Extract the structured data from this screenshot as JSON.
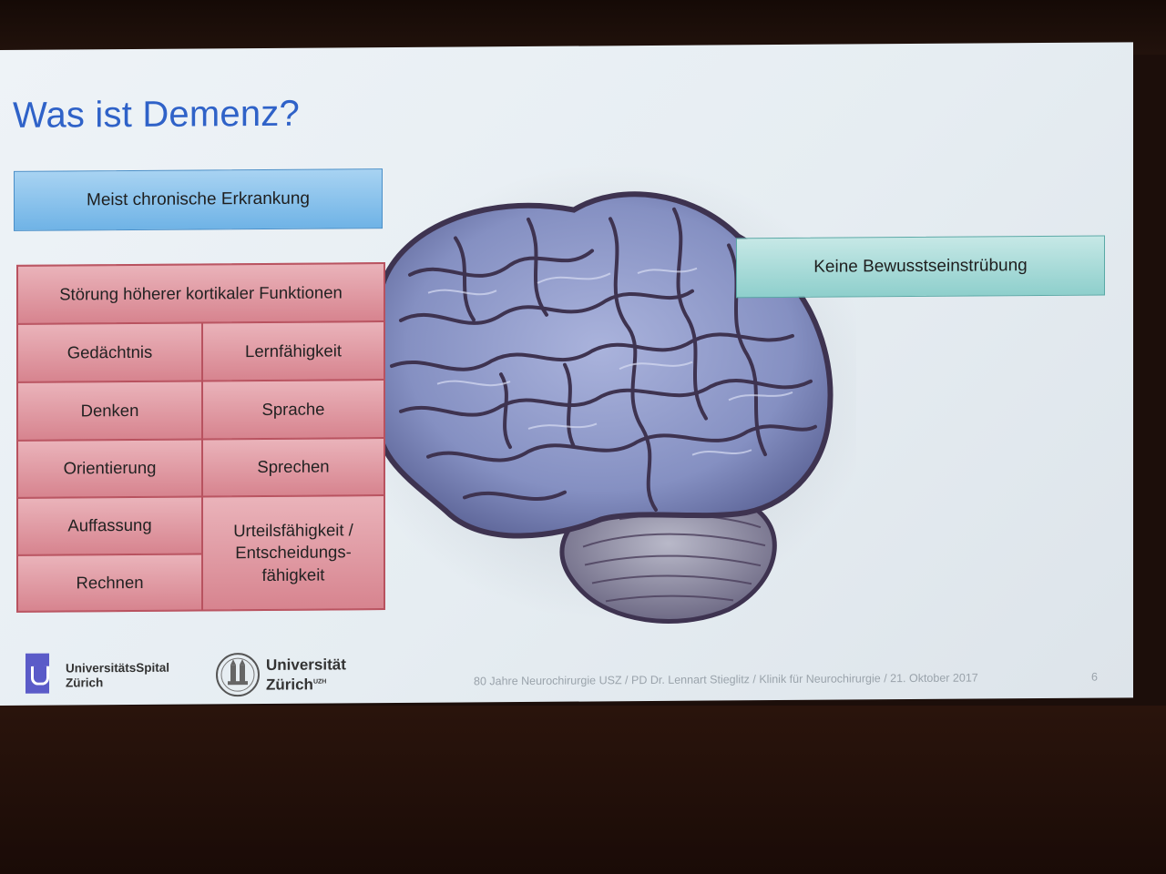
{
  "slide": {
    "title": "Was ist Demenz?",
    "box_chronic": "Meist chronische Erkrankung",
    "box_consciousness": "Keine Bewusstseinstrübung",
    "table": {
      "header": "Störung höherer kortikaler Funktionen",
      "left_column": [
        "Gedächtnis",
        "Denken",
        "Orientierung",
        "Auffassung",
        "Rechnen"
      ],
      "right_column": [
        "Lernfähigkeit",
        "Sprache",
        "Sprechen"
      ],
      "right_last": [
        "Urteilsfähigkeit /",
        "Entscheidungs-",
        "fähigkeit"
      ]
    },
    "logos": {
      "usz_line1": "UniversitätsSpital",
      "usz_line2": "Zürich",
      "uzh_line1": "Universität",
      "uzh_line2": "Zürich",
      "uzh_sup": "UZH"
    },
    "footer": "80 Jahre Neurochirurgie USZ / PD Dr. Lennart Stieglitz / Klinik für Neurochirurgie  /  21. Oktober 2017",
    "page_number": "6",
    "colors": {
      "title": "#2f62c8",
      "box_blue": "#6fb3e6",
      "box_teal": "#8ecfcc",
      "table_pink": "#d7848f",
      "brain": "#8893c4"
    },
    "icons": [
      "brain-illustration",
      "usz-logo-icon",
      "uzh-seal-icon"
    ]
  }
}
